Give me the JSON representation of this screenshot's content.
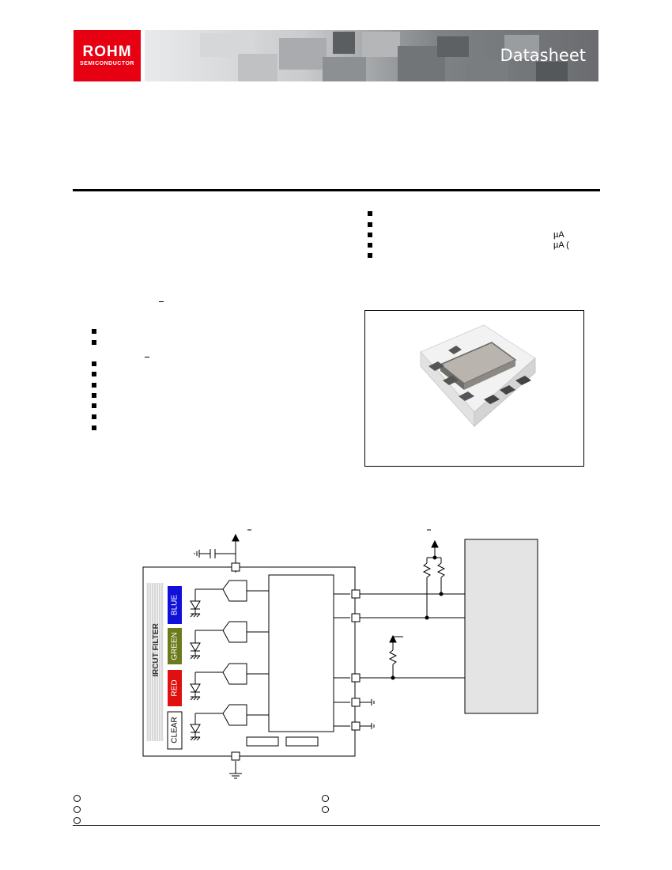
{
  "header": {
    "logo_main": "ROHM",
    "logo_sub": "SEMICONDUCTOR",
    "banner_title": "Datasheet"
  },
  "features": {
    "unit_1": "µA",
    "unit_2": "µA ("
  },
  "diagram": {
    "filter_label": "IRCUT FILTER",
    "channels": [
      "BLUE",
      "GREEN",
      "RED",
      "CLEAR"
    ],
    "colors": {
      "blue": "#1010d8",
      "green": "#6b7a1a",
      "red": "#e01010",
      "clear": "#ffffff",
      "mcu_fill": "#e4e4e4"
    }
  },
  "icons": [
    "square-bullet-icon",
    "circle-bullet-icon",
    "photodiode-icon",
    "ground-icon",
    "resistor-icon",
    "capacitor-icon"
  ]
}
